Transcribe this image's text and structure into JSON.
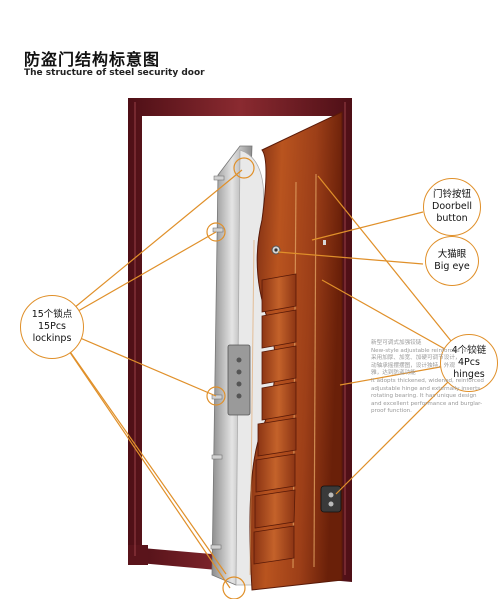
{
  "title": {
    "cn": "防盗门结构标意图",
    "en": "The structure of steel security door"
  },
  "callouts": {
    "doorbell": {
      "cn": "门铃按钮",
      "en1": "Doorbell",
      "en2": "button"
    },
    "bigeye": {
      "cn": "大猫眼",
      "en": "Big eye"
    },
    "lockpoints": {
      "cn": "15个锁点",
      "en1": "15Pcs",
      "en2": "lockinps"
    },
    "hinges": {
      "cn": "4个铰链",
      "en1": "4Pcs",
      "en2": "hinges"
    }
  },
  "note": {
    "heading": "新型可调式加强铰链",
    "line1": "New-style adjustable reinforced hinge",
    "line2": "采用加厚、加宽、加硬可调节设计，",
    "line3": "动轴承摇摆摆图，设计独特，外观",
    "line4": "雅，达到防盗功能",
    "line5": "It adopts thickened, widened, reinforced",
    "line6": "adjustable hinge and externally inserts",
    "line7": "rotating bearing. It has unique design",
    "line8": "and excellent performance and burglar-",
    "line9": "proof function."
  },
  "colors": {
    "frame": "#6e1c24",
    "leaf": "#a4451d",
    "leaf_dark": "#7e2c12",
    "callout_line": "#e0902a",
    "steel": "#b8b8b8"
  }
}
